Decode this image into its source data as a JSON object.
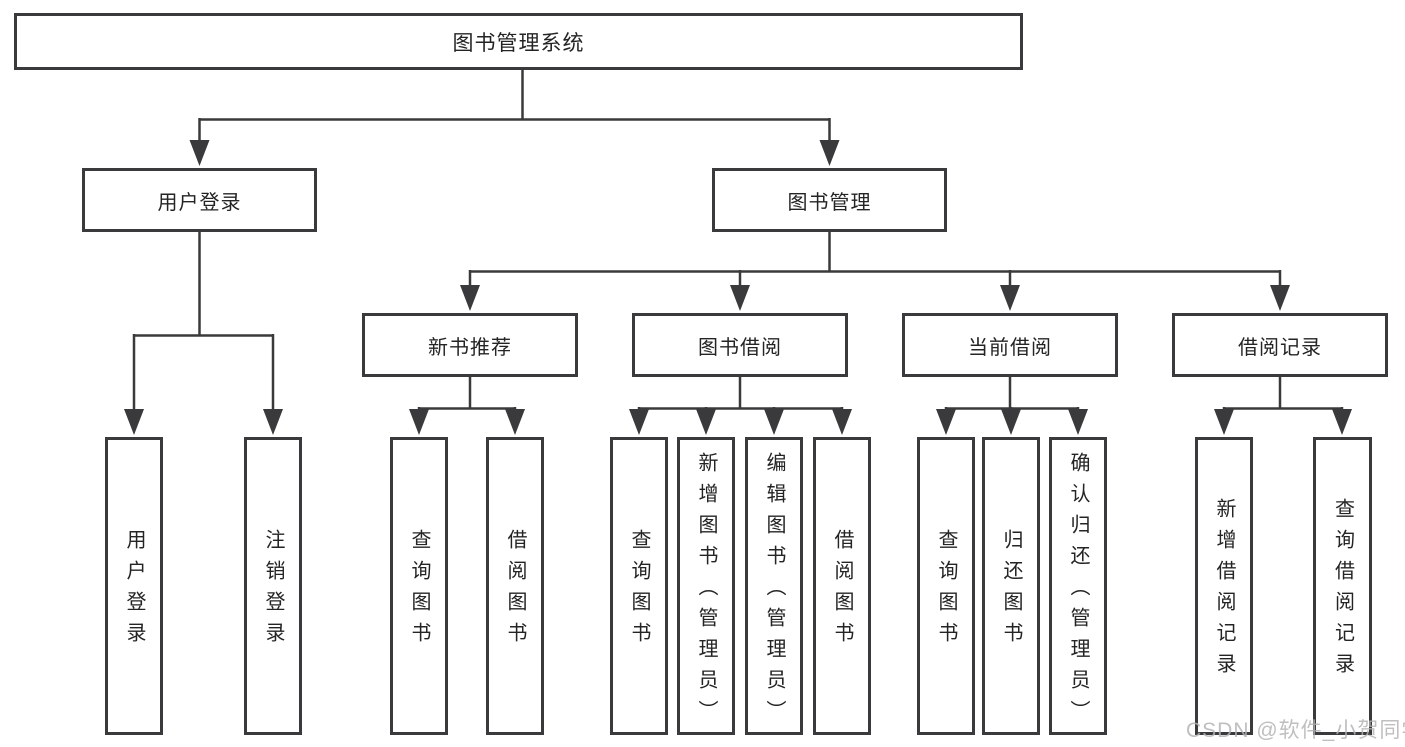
{
  "diagram": {
    "root": "图书管理系统",
    "level2": [
      {
        "label": "用户登录",
        "children": [
          "用户登录",
          "注销登录"
        ]
      },
      {
        "label": "图书管理",
        "groups": [
          {
            "label": "新书推荐",
            "children": [
              "查询图书",
              "借阅图书"
            ]
          },
          {
            "label": "图书借阅",
            "children": [
              "查询图书",
              "新增图书（管理员）",
              "编辑图书（管理员）",
              "借阅图书"
            ]
          },
          {
            "label": "当前借阅",
            "children": [
              "查询图书",
              "归还图书",
              "确认归还（管理员）"
            ]
          },
          {
            "label": "借阅记录",
            "children": [
              "新增借阅记录",
              "查询借阅记录"
            ]
          }
        ]
      }
    ],
    "colors": {
      "line": "#3a3a3c",
      "text": "#242424",
      "watermark": "#b4b4b4"
    },
    "watermark": "CSDN @软件_小贺同学"
  }
}
